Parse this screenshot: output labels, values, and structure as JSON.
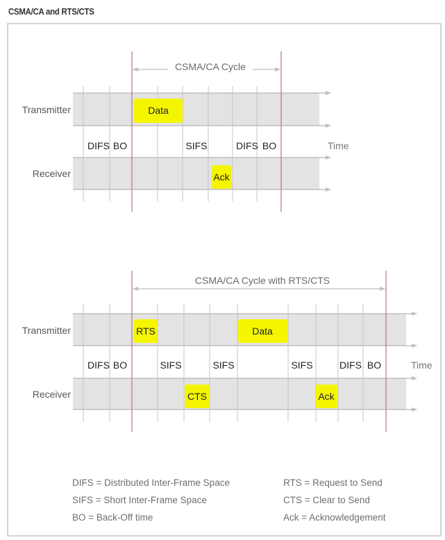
{
  "title": "CSMA/CA and RTS/CTS",
  "colors": {
    "frame": "#d4d4d4",
    "band": "#e3e3e3",
    "box": "#f5f500",
    "boundary": "#c87878",
    "tick": "#c4c4c4",
    "arrow": "#bfbfbf"
  },
  "diagram1": {
    "cycle_label": "CSMA/CA Cycle",
    "transmitter_label": "Transmitter",
    "receiver_label": "Receiver",
    "time_label": "Time",
    "tx_frames": [
      "Data"
    ],
    "rx_frames": [
      "Ack"
    ],
    "intervals": [
      "DIFS",
      "BO",
      "SIFS",
      "DIFS",
      "BO"
    ]
  },
  "diagram2": {
    "cycle_label": "CSMA/CA Cycle with RTS/CTS",
    "transmitter_label": "Transmitter",
    "receiver_label": "Receiver",
    "time_label": "Time",
    "tx_frames": [
      "RTS",
      "Data"
    ],
    "rx_frames": [
      "CTS",
      "Ack"
    ],
    "intervals": [
      "DIFS",
      "BO",
      "SIFS",
      "SIFS",
      "SIFS",
      "DIFS",
      "BO"
    ]
  },
  "legend": {
    "left": [
      "DIFS = Distributed Inter-Frame Space",
      "SIFS = Short Inter-Frame Space",
      "BO = Back-Off time"
    ],
    "right": [
      "RTS = Request to Send",
      "CTS = Clear to Send",
      "Ack = Acknowledgement"
    ]
  }
}
